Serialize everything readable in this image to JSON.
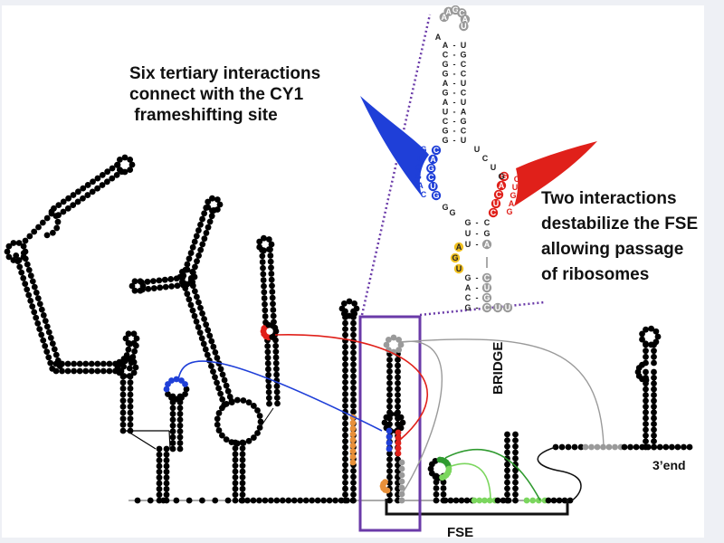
{
  "captions": {
    "left": "Six tertiary interactions\nconnect with the CY1\n frameshifting site",
    "right": "Two interactions\ndestabilize the FSE\nallowing passage\nof ribosomes"
  },
  "labels": {
    "fse": "FSE",
    "bridge": "BRIDGE",
    "three_end": "3’end"
  },
  "colors": {
    "structure": "#000000",
    "interaction_blue": "#1f3fd8",
    "interaction_red": "#e0201a",
    "interaction_orange": "#e8903a",
    "interaction_green_dark": "#2f9a2f",
    "interaction_green_light": "#7bd65e",
    "interaction_gray": "#9a9a9a",
    "fse_box": "#6a3aa8"
  },
  "inset": {
    "loop": [
      "A",
      "A",
      "G",
      "C",
      "A",
      "U"
    ],
    "stem_pairs": [
      [
        "A",
        "U"
      ],
      [
        "C",
        "G"
      ],
      [
        "G",
        "C"
      ],
      [
        "G",
        "C"
      ],
      [
        "A",
        "U"
      ],
      [
        "G",
        "C"
      ],
      [
        "A",
        "U"
      ],
      [
        "U",
        "A"
      ],
      [
        "C",
        "G"
      ],
      [
        "G",
        "C"
      ],
      [
        "G",
        "U"
      ]
    ],
    "left_unpaired_top": "A",
    "blue_site_inner": [
      "C",
      "A",
      "G",
      "C",
      "U",
      "G"
    ],
    "blue_site_outer": [
      "G",
      "U",
      "C",
      "G",
      "A",
      "C"
    ],
    "red_site_inner": [
      "G",
      "A",
      "C",
      "U",
      "C"
    ],
    "red_site_outer": [
      "C",
      "U",
      "G",
      "A",
      "G"
    ],
    "right_upper_unpaired": [
      "U",
      "C",
      "U",
      "G"
    ],
    "left_lower_unpaired": [
      "G",
      "G"
    ],
    "lower_pairs": [
      [
        "G",
        "C"
      ],
      [
        "U",
        "G"
      ],
      [
        "U",
        "A"
      ]
    ],
    "orange_site": [
      "A",
      "G",
      "U"
    ],
    "bottom_pairs": [
      [
        "G",
        "C"
      ],
      [
        "A",
        "U"
      ],
      [
        "C",
        "G"
      ],
      [
        "G",
        "C"
      ]
    ],
    "tail": [
      "U",
      "U"
    ]
  }
}
